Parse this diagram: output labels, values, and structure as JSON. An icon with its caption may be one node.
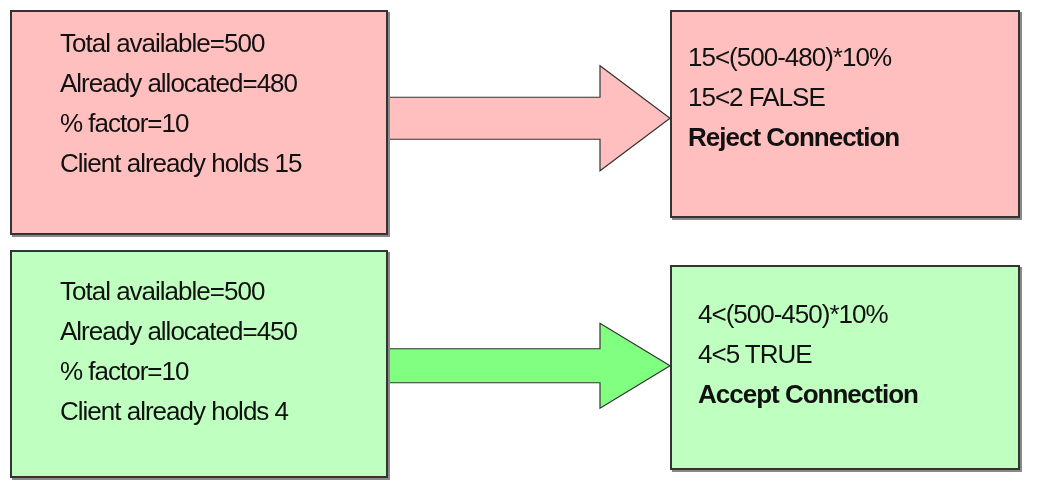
{
  "diagram": {
    "nodes": [
      {
        "text": [
          "Total available=500",
          "Already allocated=480",
          "% factor=10",
          "Client already holds 15"
        ]
      },
      {
        "text": [
          "15<(500-480)*10%",
          "15<2 FALSE",
          "Reject Connection"
        ]
      },
      {
        "text": [
          "Total available=500",
          "Already allocated=450",
          "% factor=10",
          "Client already holds 4"
        ]
      },
      {
        "text": [
          "4<(500-450)*10%",
          "4<5 TRUE",
          "Accept Connection"
        ]
      }
    ],
    "edges": [
      {
        "from": 0,
        "to": 1,
        "arrow": "to",
        "color": "#ffbfbf"
      },
      {
        "from": 2,
        "to": 3,
        "arrow": "to",
        "color": "#80ff80"
      }
    ]
  }
}
